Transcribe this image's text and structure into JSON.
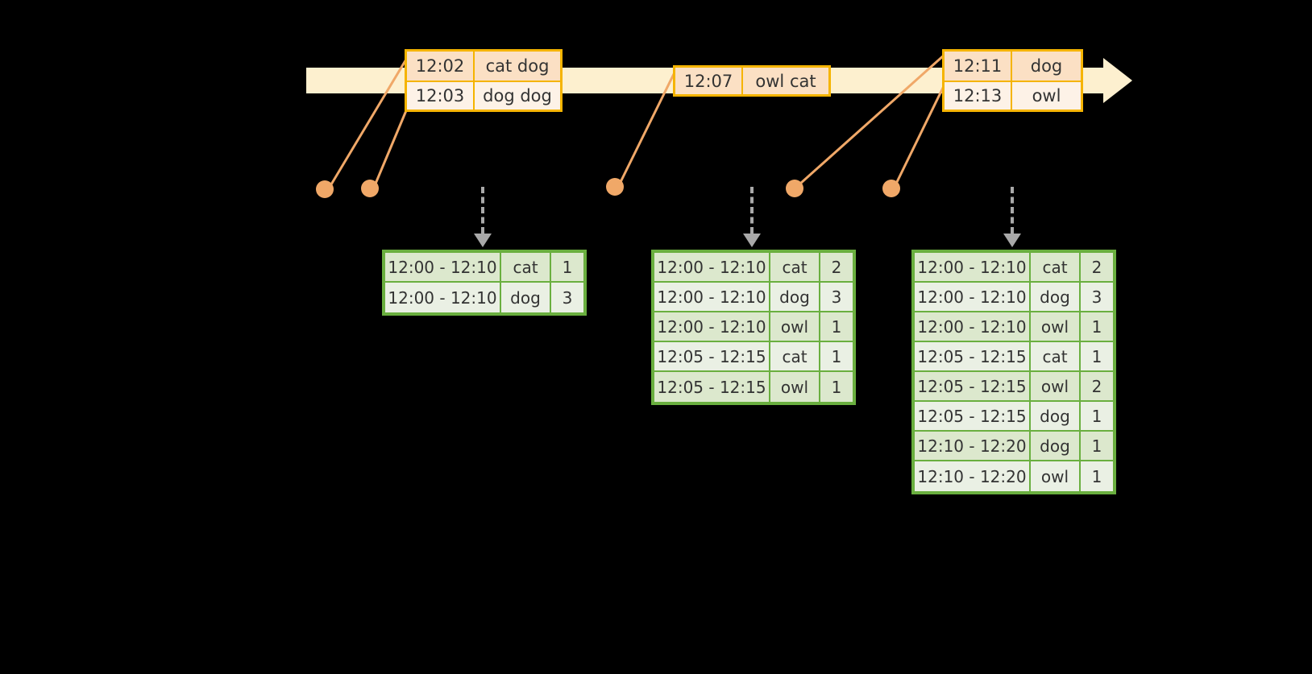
{
  "diagram": {
    "title": "sliding-window-aggregation",
    "timeline": {
      "name": "event-stream-timeline",
      "color": "#fdf0cf"
    },
    "events": [
      {
        "id": "event-group-1",
        "rows": [
          {
            "time": "12:02",
            "value": "cat dog"
          },
          {
            "time": "12:03",
            "value": "dog dog"
          }
        ]
      },
      {
        "id": "event-group-2",
        "rows": [
          {
            "time": "12:07",
            "value": "owl cat"
          }
        ]
      },
      {
        "id": "event-group-3",
        "rows": [
          {
            "time": "12:11",
            "value": "dog"
          },
          {
            "time": "12:13",
            "value": "owl"
          }
        ]
      }
    ],
    "results": [
      {
        "id": "result-table-1",
        "rows": [
          {
            "window": "12:00 - 12:10",
            "key": "cat",
            "count": "1",
            "group": "a"
          },
          {
            "window": "12:00 - 12:10",
            "key": "dog",
            "count": "3",
            "group": "b"
          }
        ]
      },
      {
        "id": "result-table-2",
        "rows": [
          {
            "window": "12:00 - 12:10",
            "key": "cat",
            "count": "2",
            "group": "a"
          },
          {
            "window": "12:00 - 12:10",
            "key": "dog",
            "count": "3",
            "group": "b"
          },
          {
            "window": "12:00 - 12:10",
            "key": "owl",
            "count": "1",
            "group": "a"
          },
          {
            "window": "12:05 - 12:15",
            "key": "cat",
            "count": "1",
            "group": "b"
          },
          {
            "window": "12:05 - 12:15",
            "key": "owl",
            "count": "1",
            "group": "a"
          }
        ]
      },
      {
        "id": "result-table-3",
        "rows": [
          {
            "window": "12:00 - 12:10",
            "key": "cat",
            "count": "2",
            "group": "a"
          },
          {
            "window": "12:00 - 12:10",
            "key": "dog",
            "count": "3",
            "group": "b"
          },
          {
            "window": "12:00 - 12:10",
            "key": "owl",
            "count": "1",
            "group": "a"
          },
          {
            "window": "12:05 - 12:15",
            "key": "cat",
            "count": "1",
            "group": "b"
          },
          {
            "window": "12:05 - 12:15",
            "key": "owl",
            "count": "2",
            "group": "a"
          },
          {
            "window": "12:05 - 12:15",
            "key": "dog",
            "count": "1",
            "group": "b"
          },
          {
            "window": "12:10 - 12:20",
            "key": "dog",
            "count": "1",
            "group": "a"
          },
          {
            "window": "12:10 - 12:20",
            "key": "owl",
            "count": "1",
            "group": "b"
          }
        ]
      }
    ],
    "colors": {
      "timeline": "#fdf0cf",
      "event_border": "#f5b400",
      "event_fill_dark": "#fbe0c4",
      "event_fill_light": "#fdf2e7",
      "connector": "#f0a868",
      "table_border": "#6aaf3f",
      "table_fill_dark": "#dce8cd",
      "table_fill_light": "#eaf0e4",
      "arrow": "#a9a9a9",
      "background": "#000000"
    }
  }
}
